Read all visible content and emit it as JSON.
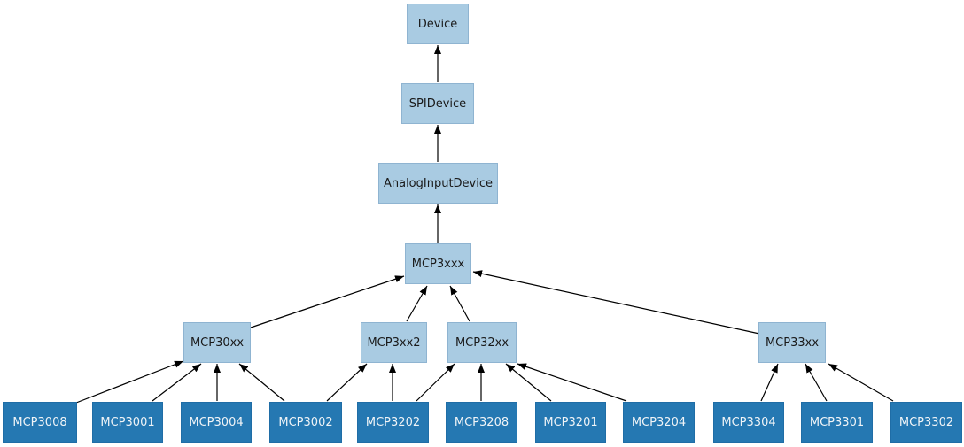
{
  "diagram": {
    "kind": "class-inheritance-diagram",
    "colors": {
      "background": "#ffffff",
      "node_light_fill": "#a9cbe2",
      "node_light_border": "#8fb4d1",
      "node_dark_fill": "#2578b2",
      "node_dark_border": "#1f6da6",
      "node_light_text": "#1a1a1a",
      "node_dark_text": "#f0f4f7",
      "edge": "#000000"
    },
    "nodes": [
      {
        "id": "Device",
        "label": "Device",
        "variant": "light"
      },
      {
        "id": "SPIDevice",
        "label": "SPIDevice",
        "variant": "light"
      },
      {
        "id": "AnalogInputDevice",
        "label": "AnalogInputDevice",
        "variant": "light"
      },
      {
        "id": "MCP3xxx",
        "label": "MCP3xxx",
        "variant": "light"
      },
      {
        "id": "MCP30xx",
        "label": "MCP30xx",
        "variant": "light"
      },
      {
        "id": "MCP3xx2",
        "label": "MCP3xx2",
        "variant": "light"
      },
      {
        "id": "MCP32xx",
        "label": "MCP32xx",
        "variant": "light"
      },
      {
        "id": "MCP33xx",
        "label": "MCP33xx",
        "variant": "light"
      },
      {
        "id": "MCP3008",
        "label": "MCP3008",
        "variant": "dark"
      },
      {
        "id": "MCP3001",
        "label": "MCP3001",
        "variant": "dark"
      },
      {
        "id": "MCP3004",
        "label": "MCP3004",
        "variant": "dark"
      },
      {
        "id": "MCP3002",
        "label": "MCP3002",
        "variant": "dark"
      },
      {
        "id": "MCP3202",
        "label": "MCP3202",
        "variant": "dark"
      },
      {
        "id": "MCP3208",
        "label": "MCP3208",
        "variant": "dark"
      },
      {
        "id": "MCP3201",
        "label": "MCP3201",
        "variant": "dark"
      },
      {
        "id": "MCP3204",
        "label": "MCP3204",
        "variant": "dark"
      },
      {
        "id": "MCP3304",
        "label": "MCP3304",
        "variant": "dark"
      },
      {
        "id": "MCP3301",
        "label": "MCP3301",
        "variant": "dark"
      },
      {
        "id": "MCP3302",
        "label": "MCP3302",
        "variant": "dark"
      }
    ],
    "edges": [
      {
        "from": "SPIDevice",
        "to": "Device"
      },
      {
        "from": "AnalogInputDevice",
        "to": "SPIDevice"
      },
      {
        "from": "MCP3xxx",
        "to": "AnalogInputDevice"
      },
      {
        "from": "MCP30xx",
        "to": "MCP3xxx"
      },
      {
        "from": "MCP3xx2",
        "to": "MCP3xxx"
      },
      {
        "from": "MCP32xx",
        "to": "MCP3xxx"
      },
      {
        "from": "MCP33xx",
        "to": "MCP3xxx"
      },
      {
        "from": "MCP3008",
        "to": "MCP30xx"
      },
      {
        "from": "MCP3001",
        "to": "MCP30xx"
      },
      {
        "from": "MCP3004",
        "to": "MCP30xx"
      },
      {
        "from": "MCP3002",
        "to": "MCP30xx"
      },
      {
        "from": "MCP3002",
        "to": "MCP3xx2"
      },
      {
        "from": "MCP3202",
        "to": "MCP3xx2"
      },
      {
        "from": "MCP3202",
        "to": "MCP32xx"
      },
      {
        "from": "MCP3208",
        "to": "MCP32xx"
      },
      {
        "from": "MCP3201",
        "to": "MCP32xx"
      },
      {
        "from": "MCP3204",
        "to": "MCP32xx"
      },
      {
        "from": "MCP3304",
        "to": "MCP33xx"
      },
      {
        "from": "MCP3301",
        "to": "MCP33xx"
      },
      {
        "from": "MCP3302",
        "to": "MCP33xx"
      }
    ]
  }
}
